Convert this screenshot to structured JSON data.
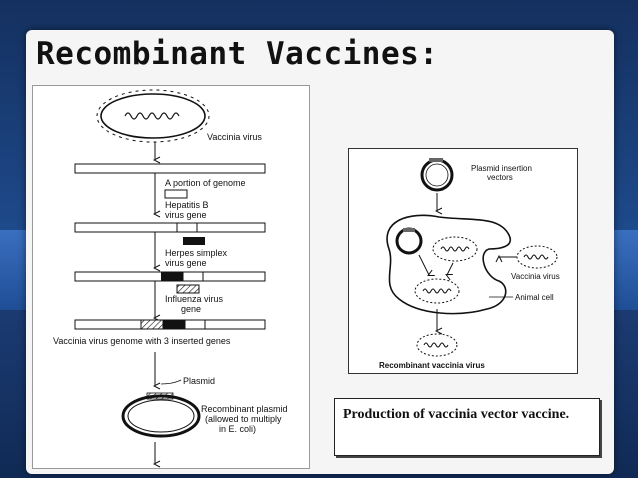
{
  "slide": {
    "title": "Recombinant Vaccines:",
    "caption": "Production of vaccinia vector vaccine."
  },
  "left_diagram": {
    "vaccinia_virus": "Vaccinia virus",
    "portion_of_genome": "A portion of genome",
    "hepatitis_line1": "Hepatitis B",
    "hepatitis_line2": "virus gene",
    "herpes_line1": "Herpes simplex",
    "herpes_line2": "virus gene",
    "influenza_line1": "Influenza virus",
    "influenza_line2": "gene",
    "genome_inserted": "Vaccinia virus genome with 3 inserted genes",
    "plasmid": "Plasmid",
    "recombinant_line1": "Recombinant plasmid",
    "recombinant_line2": "(allowed to multiply",
    "recombinant_line3": "in E. coli)"
  },
  "right_diagram": {
    "plasmid_vectors_line1": "Plasmid insertion",
    "plasmid_vectors_line2": "vectors",
    "vaccinia_virus": "Vaccinia virus",
    "animal_cell": "Animal cell",
    "recombinant_vaccinia": "Recombinant vaccinia virus"
  },
  "colors": {
    "background": "#1c3f7a",
    "card": "#f5f5f5"
  }
}
